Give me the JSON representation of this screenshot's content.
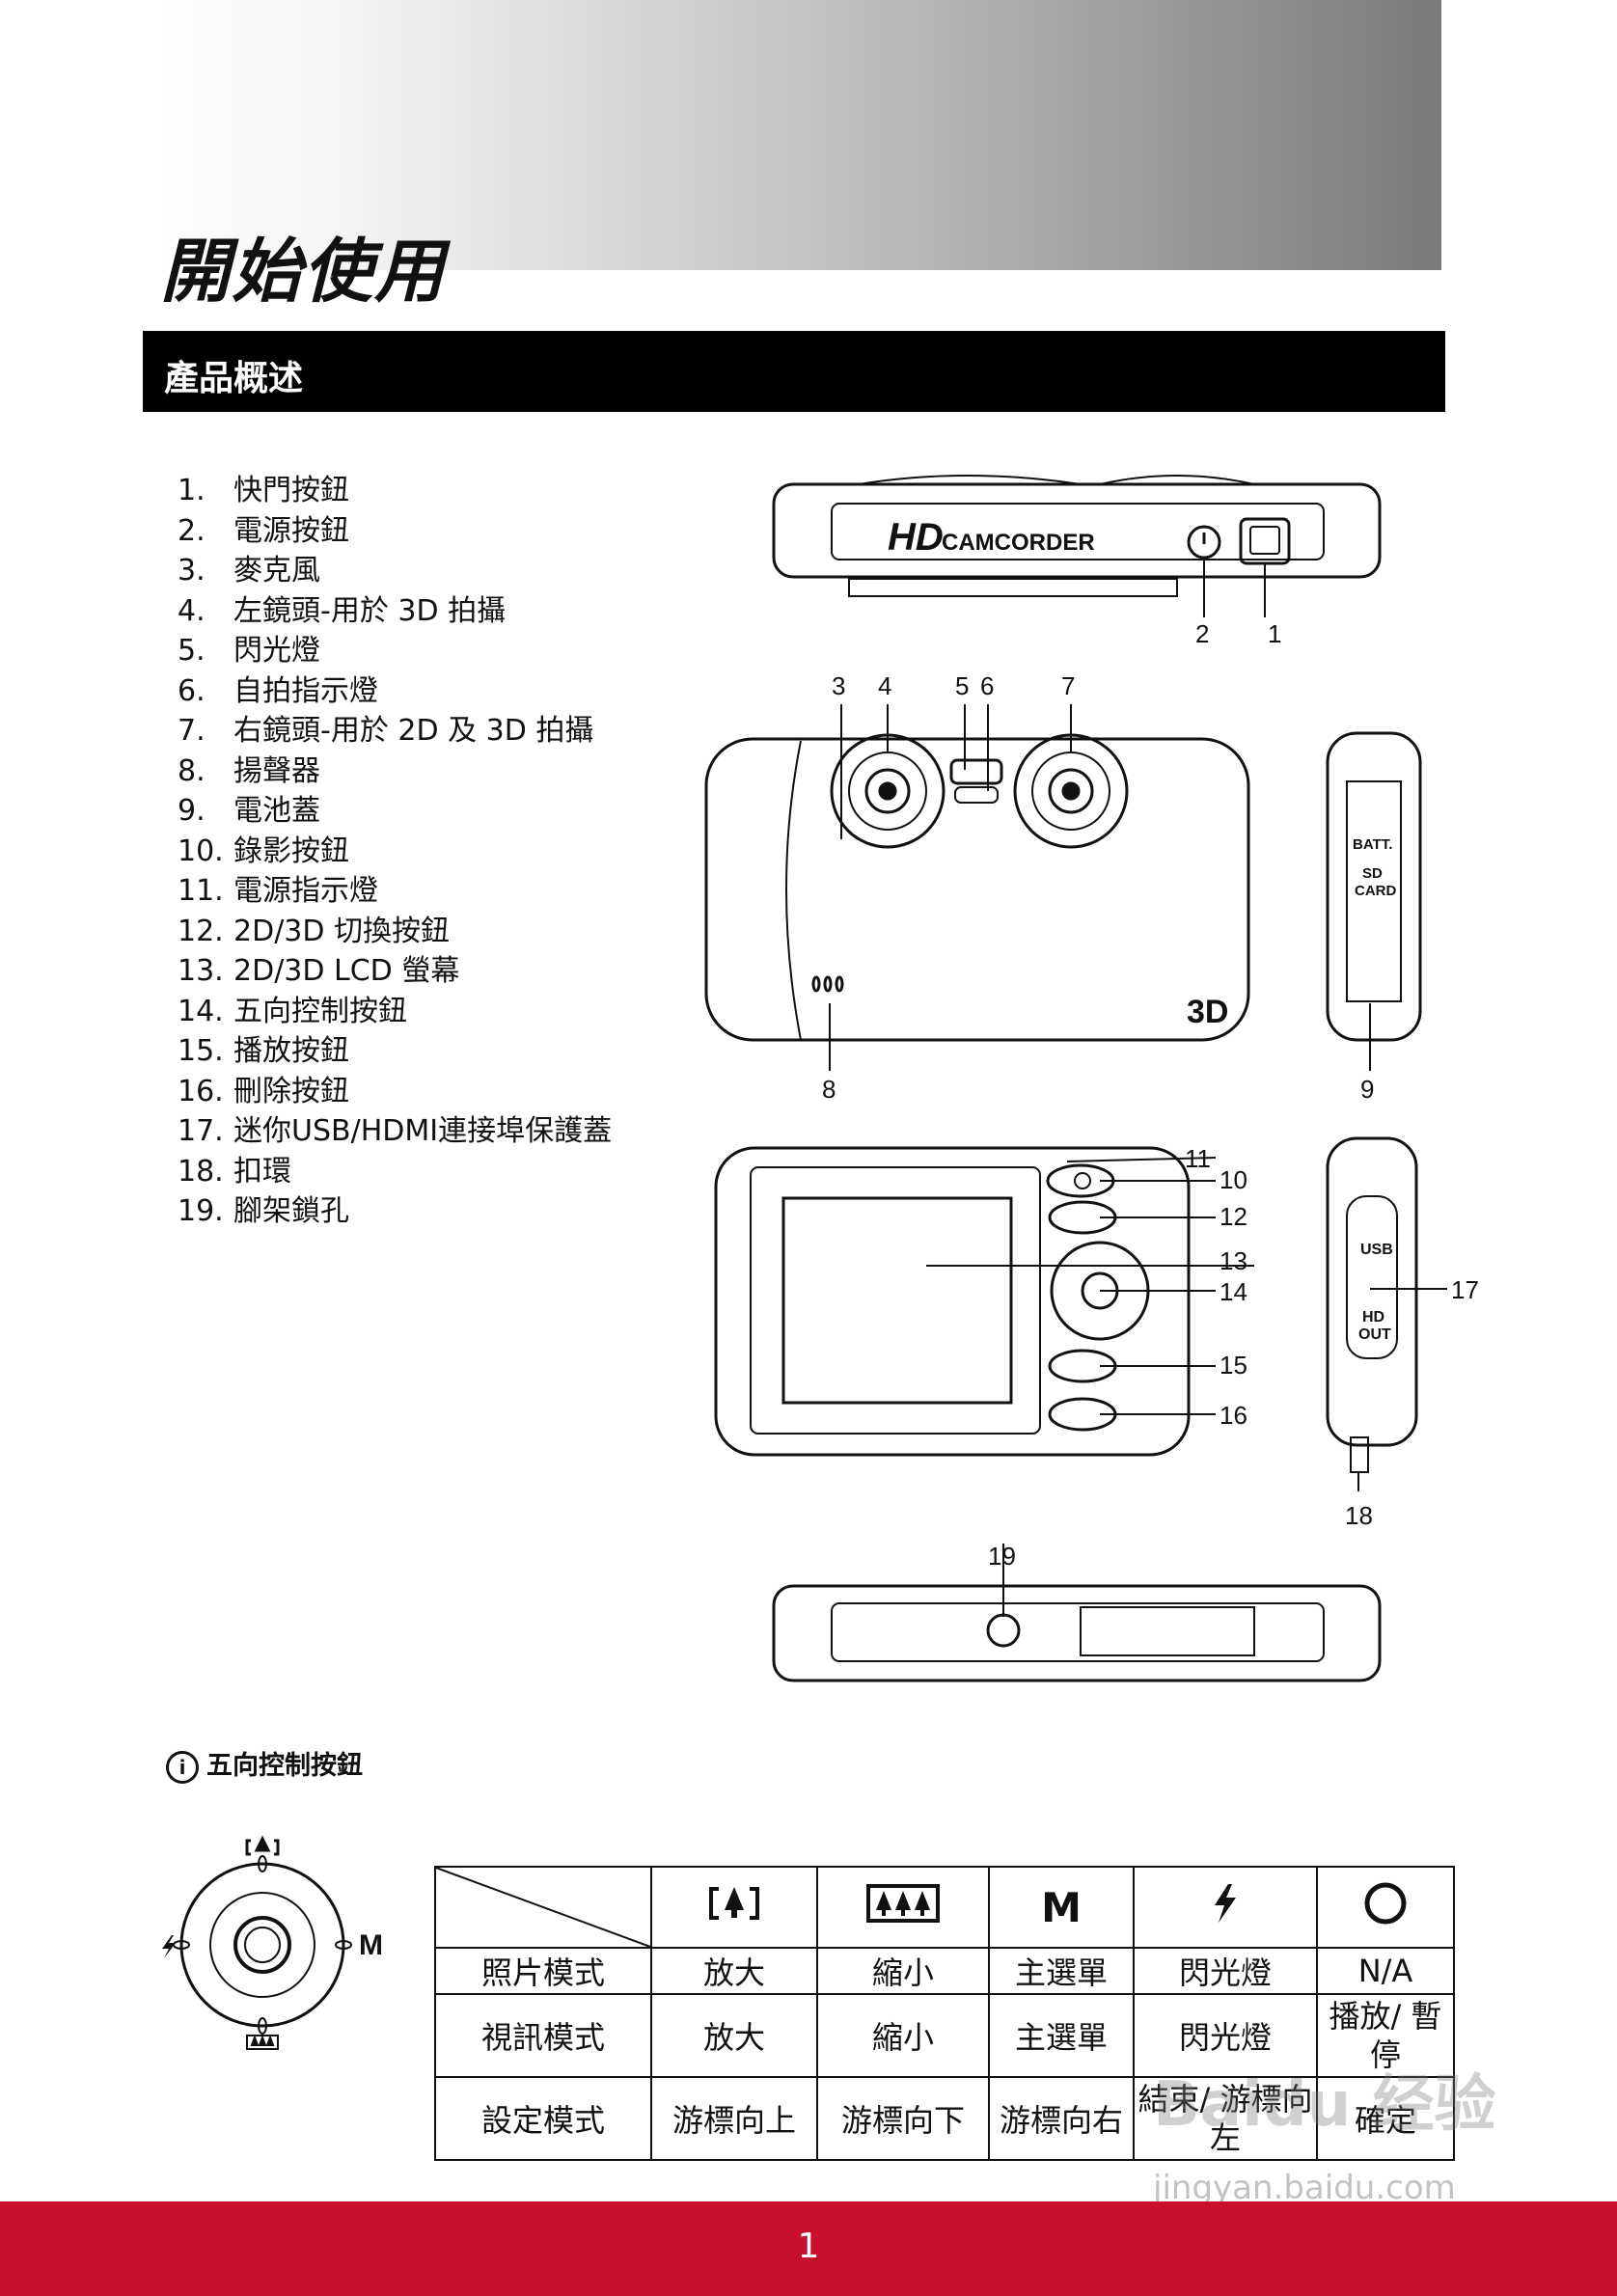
{
  "page_title": "開始使用",
  "section_title": "產品概述",
  "parts": [
    {
      "num": "1.",
      "label": "快門按鈕"
    },
    {
      "num": "2.",
      "label": "電源按鈕"
    },
    {
      "num": "3.",
      "label": "麥克風"
    },
    {
      "num": "4.",
      "label": "左鏡頭-用於 3D 拍攝"
    },
    {
      "num": "5.",
      "label": "閃光燈"
    },
    {
      "num": "6.",
      "label": "自拍指示燈"
    },
    {
      "num": "7.",
      "label": "右鏡頭-用於 2D 及 3D 拍攝"
    },
    {
      "num": "8.",
      "label": "揚聲器"
    },
    {
      "num": "9.",
      "label": "電池蓋"
    },
    {
      "num": "10.",
      "label": "錄影按鈕"
    },
    {
      "num": "11.",
      "label": "電源指示燈"
    },
    {
      "num": "12.",
      "label": "2D/3D 切換按鈕"
    },
    {
      "num": "13.",
      "label": "2D/3D LCD 螢幕"
    },
    {
      "num": "14.",
      "label": "五向控制按鈕"
    },
    {
      "num": "15.",
      "label": "播放按鈕"
    },
    {
      "num": "16.",
      "label": "刪除按鈕"
    },
    {
      "num": "17.",
      "label": "迷你USB/HDMI連接埠保護蓋"
    },
    {
      "num": "18.",
      "label": "扣環"
    },
    {
      "num": "19.",
      "label": "腳架鎖孔"
    }
  ],
  "diagram": {
    "top_label_hd": "HD",
    "top_label_camcorder": "CAMCORDER",
    "badge_3d": "3D",
    "batt": "BATT.",
    "sd": "SD",
    "card": "CARD",
    "usb": "USB",
    "hd_out_1": "HD",
    "hd_out_2": "OUT",
    "callouts": [
      "1",
      "2",
      "3",
      "4",
      "5",
      "6",
      "7",
      "8",
      "9",
      "10",
      "11",
      "12",
      "13",
      "14",
      "15",
      "16",
      "17",
      "18",
      "19"
    ]
  },
  "note": {
    "icon": "i",
    "title": "五向控制按鈕"
  },
  "pad_labels": {
    "m": "M"
  },
  "table": {
    "header_m": "M",
    "rows": [
      {
        "mode": "照片模式",
        "up": "放大",
        "down": "縮小",
        "right": "主選單",
        "left": "閃光燈",
        "ok": "N/A"
      },
      {
        "mode": "視訊模式",
        "up": "放大",
        "down": "縮小",
        "right": "主選單",
        "left": "閃光燈",
        "ok": "播放/ 暫停"
      },
      {
        "mode": "設定模式",
        "up": "游標向上",
        "down": "游標向下",
        "right": "游標向右",
        "left": "結束/ 游標向左",
        "ok": "確定"
      }
    ]
  },
  "watermark": {
    "main": "Baidu 经验",
    "sub": "jingyan.baidu.com"
  },
  "page_number": "1"
}
